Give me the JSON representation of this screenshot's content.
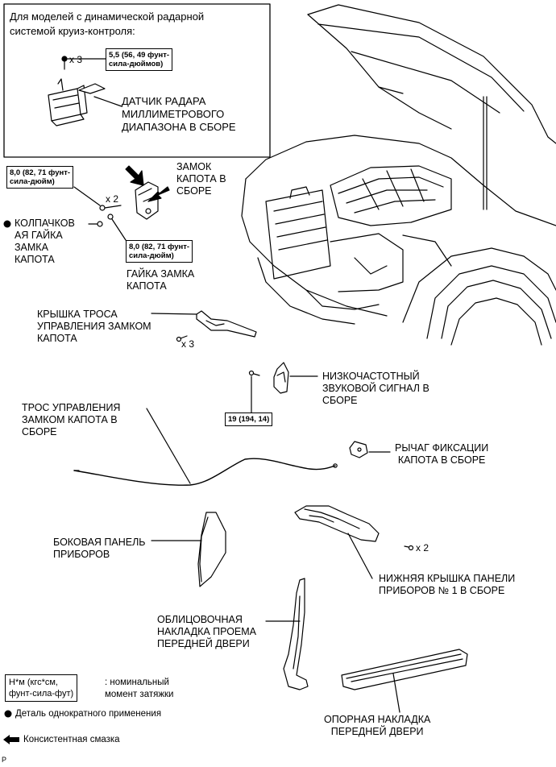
{
  "radar_box": {
    "note": "Для моделей с динамической радарной\nсистемой круиз-контроля:",
    "torque": "5,5 (56, 49 фунт-\nсила-дюймов)",
    "count": "x 3",
    "part": "ДАТЧИК РАДАРА\nМИЛЛИМЕТРОВОГО\nДИАПАЗОНА В СБОРЕ"
  },
  "parts": {
    "hood_lock_torque": "8,0 (82, 71 фунт-\nсила-дюйм)",
    "hood_lock_count": "x 2",
    "hood_lock": "ЗАМОК\nКАПОТА В\nСБОРЕ",
    "hood_lock_cap_nut": "КОЛПАЧКОВ\nАЯ ГАЙКА\nЗАМКА\nКАПОТА",
    "hood_lock_nut_torque": "8,0 (82, 71 фунт-\nсила-дюйм)",
    "hood_lock_nut": "ГАЙКА ЗАМКА\nКАПОТА",
    "cable_cover": "КРЫШКА ТРОСА\nУПРАВЛЕНИЯ ЗАМКОМ\nКАПОТА",
    "cable_cover_count": "x 3",
    "horn": "НИЗКОЧАСТОТНЫЙ\nЗВУКОВОЙ СИГНАЛ В\nСБОРЕ",
    "horn_torque": "19 (194, 14)",
    "cable": "ТРОС УПРАВЛЕНИЯ\nЗАМКОМ КАПОТА В\nСБОРЕ",
    "lever": "РЫЧАГ ФИКСАЦИИ\nКАПОТА В СБОРЕ",
    "side_panel": "БОКОВАЯ ПАНЕЛЬ\nПРИБОРОВ",
    "lower_cover": "НИЖНЯЯ КРЫШКА ПАНЕЛИ\nПРИБОРОВ № 1 В СБОРЕ",
    "lower_cover_count": "x 2",
    "door_trim": "ОБЛИЦОВОЧНАЯ\nНАКЛАДКА ПРОЕМА\nПЕРЕДНЕЙ ДВЕРИ",
    "scuff_plate": "ОПОРНАЯ НАКЛАДКА\nПЕРЕДНЕЙ ДВЕРИ"
  },
  "legend": {
    "unit": "Н*м (кгс*см,\nфунт-сила-фут)",
    "unit_desc": ": номинальный\nмомент затяжки",
    "non_reusable": "Деталь однократного применения",
    "grease": "Консистентная смазка"
  },
  "corner_mark": "P"
}
